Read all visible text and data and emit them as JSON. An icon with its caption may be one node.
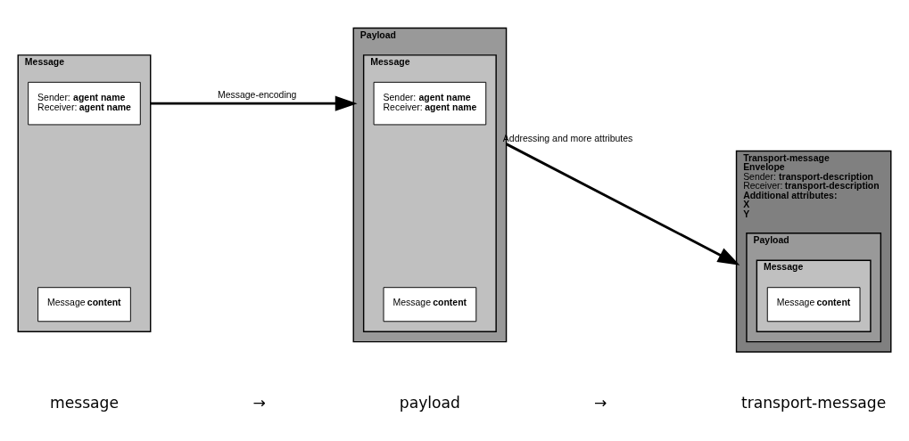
{
  "diagram": {
    "nodes": [
      {
        "text": [
          "Message"
        ]
      },
      {
        "text": [
          "Sender: **agent name**",
          "Receiver: **agent name**"
        ],
        "in": 0
      },
      {
        "text": [
          "Message **content**"
        ],
        "in": 0
      },
      {
        "text": [
          "Payload"
        ]
      },
      {
        "text": [
          "Message"
        ],
        "in": 3
      },
      {
        "text": [
          "Sender: **agent name**",
          "Receiver: **agent name**"
        ],
        "in": 4
      },
      {
        "text": [
          "Message **content**"
        ],
        "in": 4
      },
      {
        "text": [
          "Transport-message",
          "Envelope",
          "Sender: **transport-description**",
          "Receiver: **transport-description**",
          "Additional attributes:",
          "X",
          "Y"
        ]
      },
      {
        "text": [
          "Payload"
        ],
        "in": 7
      },
      {
        "text": [
          "Message"
        ],
        "in": 8
      },
      {
        "text": [
          "Message **content**"
        ],
        "in": 9
      }
    ],
    "edges": [
      {
        "from": 0,
        "to": 3,
        "arrow": "to",
        "label": "Message-encoding"
      },
      {
        "from": 3,
        "to": 7,
        "arrow": "to",
        "label": "Addressing and more attributes"
      }
    ],
    "labels": [
      "message",
      "→",
      "payload",
      "→",
      "transport-message"
    ]
  }
}
